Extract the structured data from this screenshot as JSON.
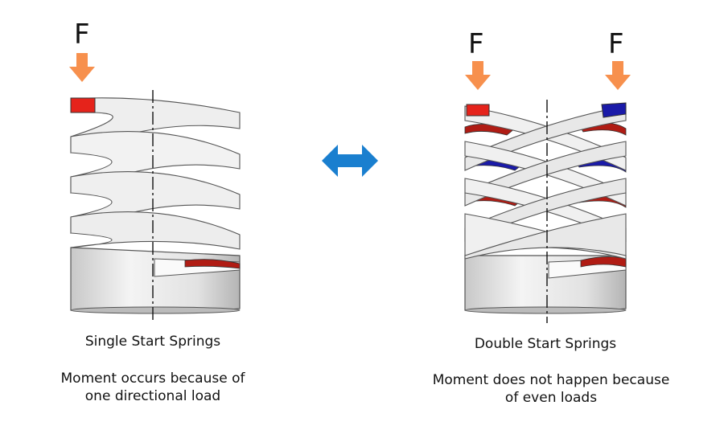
{
  "force_symbol": "F",
  "left_panel": {
    "title": "Single Start Springs",
    "description_line1": "Moment occurs because of",
    "description_line2": "one directional load"
  },
  "right_panel": {
    "title": "Double Start Springs",
    "description_line1": "Moment does not happen because",
    "description_line2": "of even loads"
  },
  "colors": {
    "force_arrow": "#f7904d",
    "compare_arrow": "#1a7fcf",
    "coil_face": "#ececec",
    "coil_red": "#b01c14",
    "coil_blue": "#1a1aa8",
    "end_red": "#e5231b"
  }
}
